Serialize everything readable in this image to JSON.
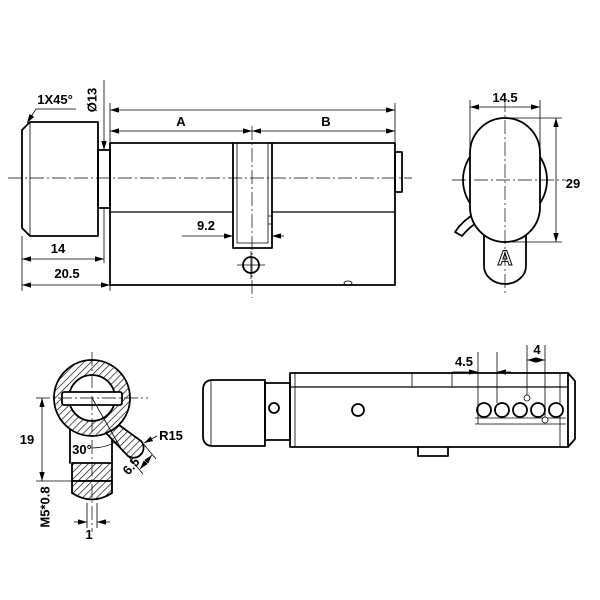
{
  "front_view": {
    "chamfer_label": "1X45°",
    "shaft_diameter_label": "Ø13",
    "length_a_label": "A",
    "length_b_label": "B",
    "cam_offset_label": "9.2",
    "knob_length_label": "14",
    "overall_knob_label": "20.5"
  },
  "end_view": {
    "width_label": "14.5",
    "height_label": "29",
    "profile_mark": "A"
  },
  "cam_section": {
    "height_label": "19",
    "angle_label": "30°",
    "radius_label": "R15",
    "lobe_width_label": "6.5",
    "thread_label": "M5*0.8",
    "offset_label": "1"
  },
  "side_view": {
    "pin_offset_label": "4.5",
    "pin_spacing_label": "4"
  }
}
